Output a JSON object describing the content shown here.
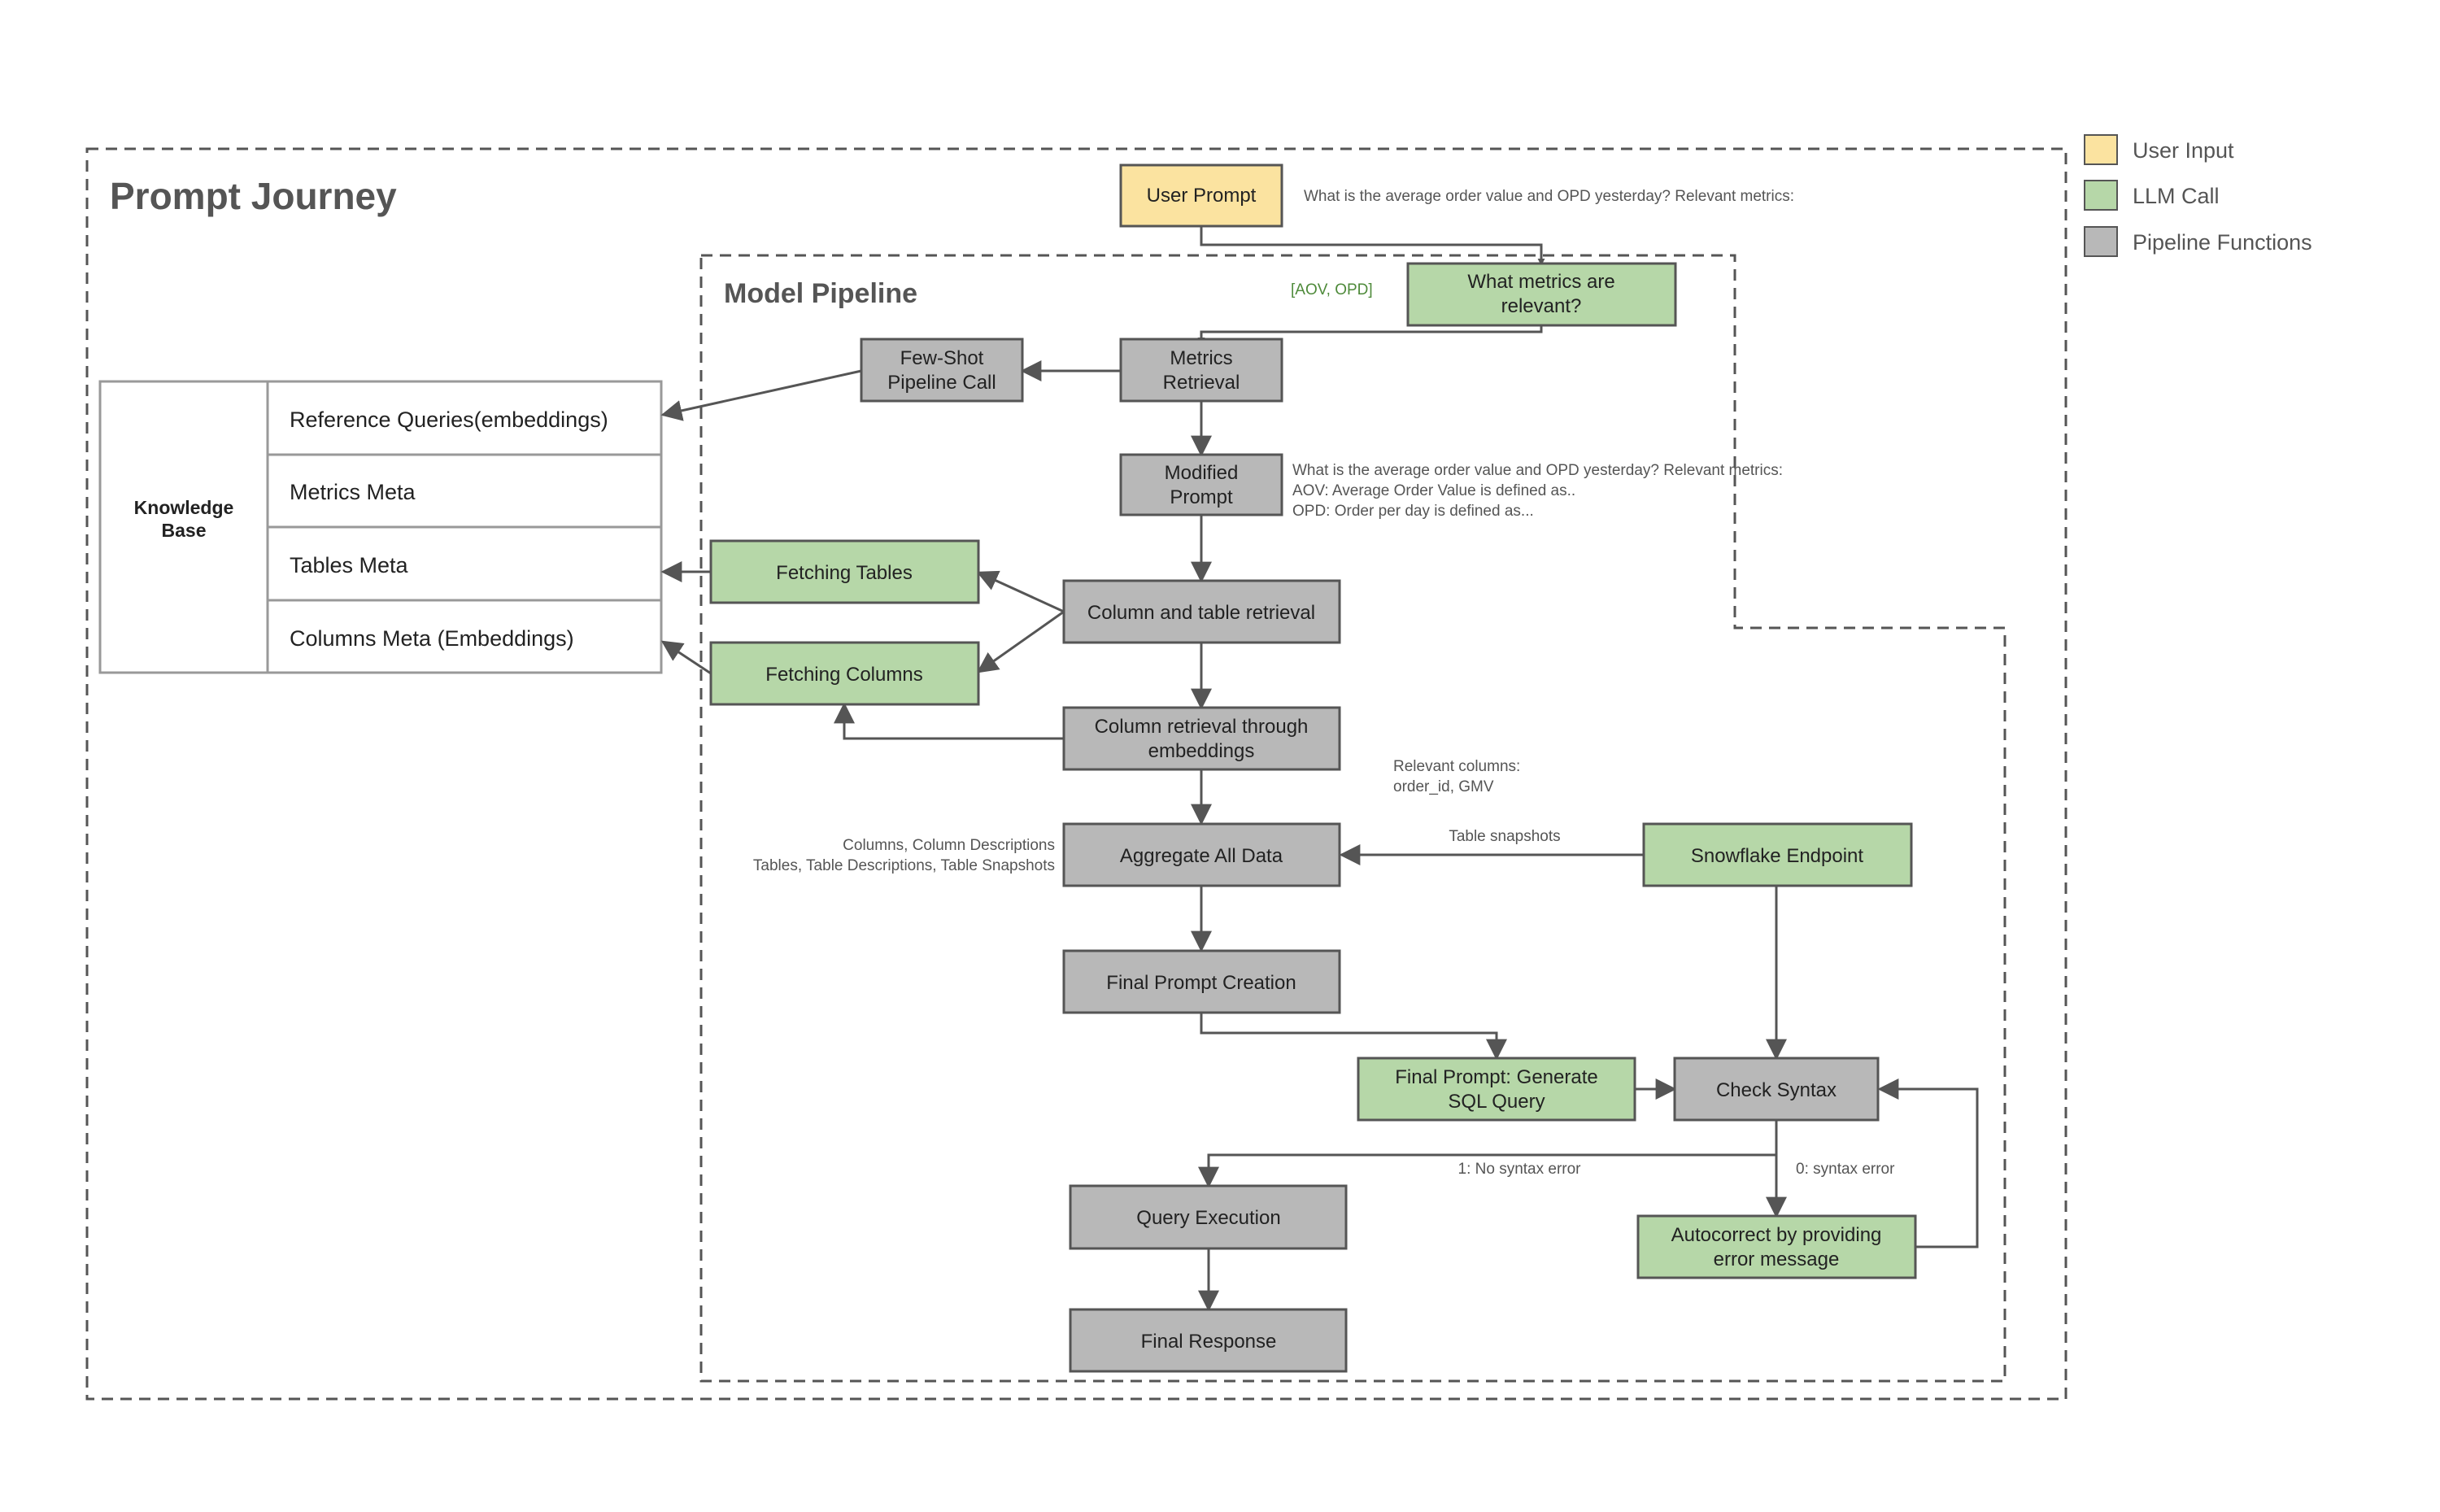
{
  "titles": {
    "prompt_journey": "Prompt Journey",
    "model_pipeline": "Model Pipeline"
  },
  "legend": {
    "user_input": "User Input",
    "llm_call": "LLM Call",
    "pipeline_functions": "Pipeline Functions"
  },
  "colors": {
    "user_input": "#fbe3a0",
    "llm_call": "#b6d7a8",
    "pipeline": "#b8b8b8",
    "border": "#555555",
    "arrow": "#555555",
    "green_text": "#4e8a3a"
  },
  "knowledge_base": {
    "label_line1": "Knowledge",
    "label_line2": "Base",
    "rows": [
      "Reference Queries(embeddings)",
      "Metrics Meta",
      "Tables Meta",
      "Columns Meta (Embeddings)"
    ]
  },
  "nodes": {
    "user_prompt": "User Prompt",
    "metrics_question_line1": "What metrics are",
    "metrics_question_line2": "relevant?",
    "few_shot_line1": "Few-Shot",
    "few_shot_line2": "Pipeline Call",
    "metrics_retrieval_line1": "Metrics",
    "metrics_retrieval_line2": "Retrieval",
    "modified_prompt_line1": "Modified",
    "modified_prompt_line2": "Prompt",
    "fetching_tables": "Fetching Tables",
    "fetching_columns": "Fetching Columns",
    "column_table_retrieval": "Column and table retrieval",
    "column_embeddings_line1": "Column retrieval through",
    "column_embeddings_line2": "embeddings",
    "aggregate": "Aggregate All Data",
    "snowflake": "Snowflake Endpoint",
    "final_prompt_creation": "Final Prompt Creation",
    "generate_sql_line1": "Final Prompt: Generate",
    "generate_sql_line2": "SQL Query",
    "check_syntax": "Check Syntax",
    "query_execution": "Query Execution",
    "autocorrect_line1": "Autocorrect by providing",
    "autocorrect_line2": "error message",
    "final_response": "Final Response"
  },
  "annotations": {
    "user_prompt_text": "What is the average order value and OPD yesterday? Relevant metrics:",
    "metrics_found": "[AOV, OPD]",
    "modified_line1": "What is the average order value and OPD yesterday? Relevant metrics:",
    "modified_line2": "AOV: Average Order Value is defined as..",
    "modified_line3": "OPD: Order per day is defined as...",
    "relevant_cols_line1": "Relevant columns:",
    "relevant_cols_line2": "order_id, GMV",
    "aggregate_line1": "Columns, Column Descriptions",
    "aggregate_line2": "Tables, Table Descriptions, Table Snapshots",
    "table_snapshots": "Table snapshots",
    "no_syntax_error": "1: No syntax error",
    "syntax_error": "0: syntax error"
  }
}
